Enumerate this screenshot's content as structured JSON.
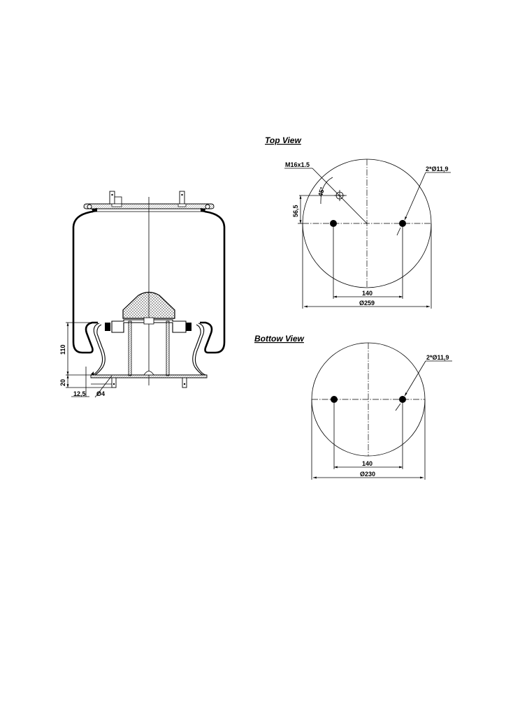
{
  "drawing": {
    "side_view": {
      "dimensions": {
        "height_label": "110",
        "base_label": "20",
        "offset_label": "12,5",
        "pin_label": "Ø4"
      }
    },
    "top_view": {
      "title": "Top View",
      "thread_label": "M16x1.5",
      "angle_label": "45°",
      "offset_label": "56,5",
      "holes_label": "2*Ø11,9",
      "spacing_label": "140",
      "diameter_label": "Ø259"
    },
    "bottom_view": {
      "title": "Bottow View",
      "holes_label": "2*Ø11,9",
      "spacing_label": "140",
      "diameter_label": "Ø230"
    }
  }
}
